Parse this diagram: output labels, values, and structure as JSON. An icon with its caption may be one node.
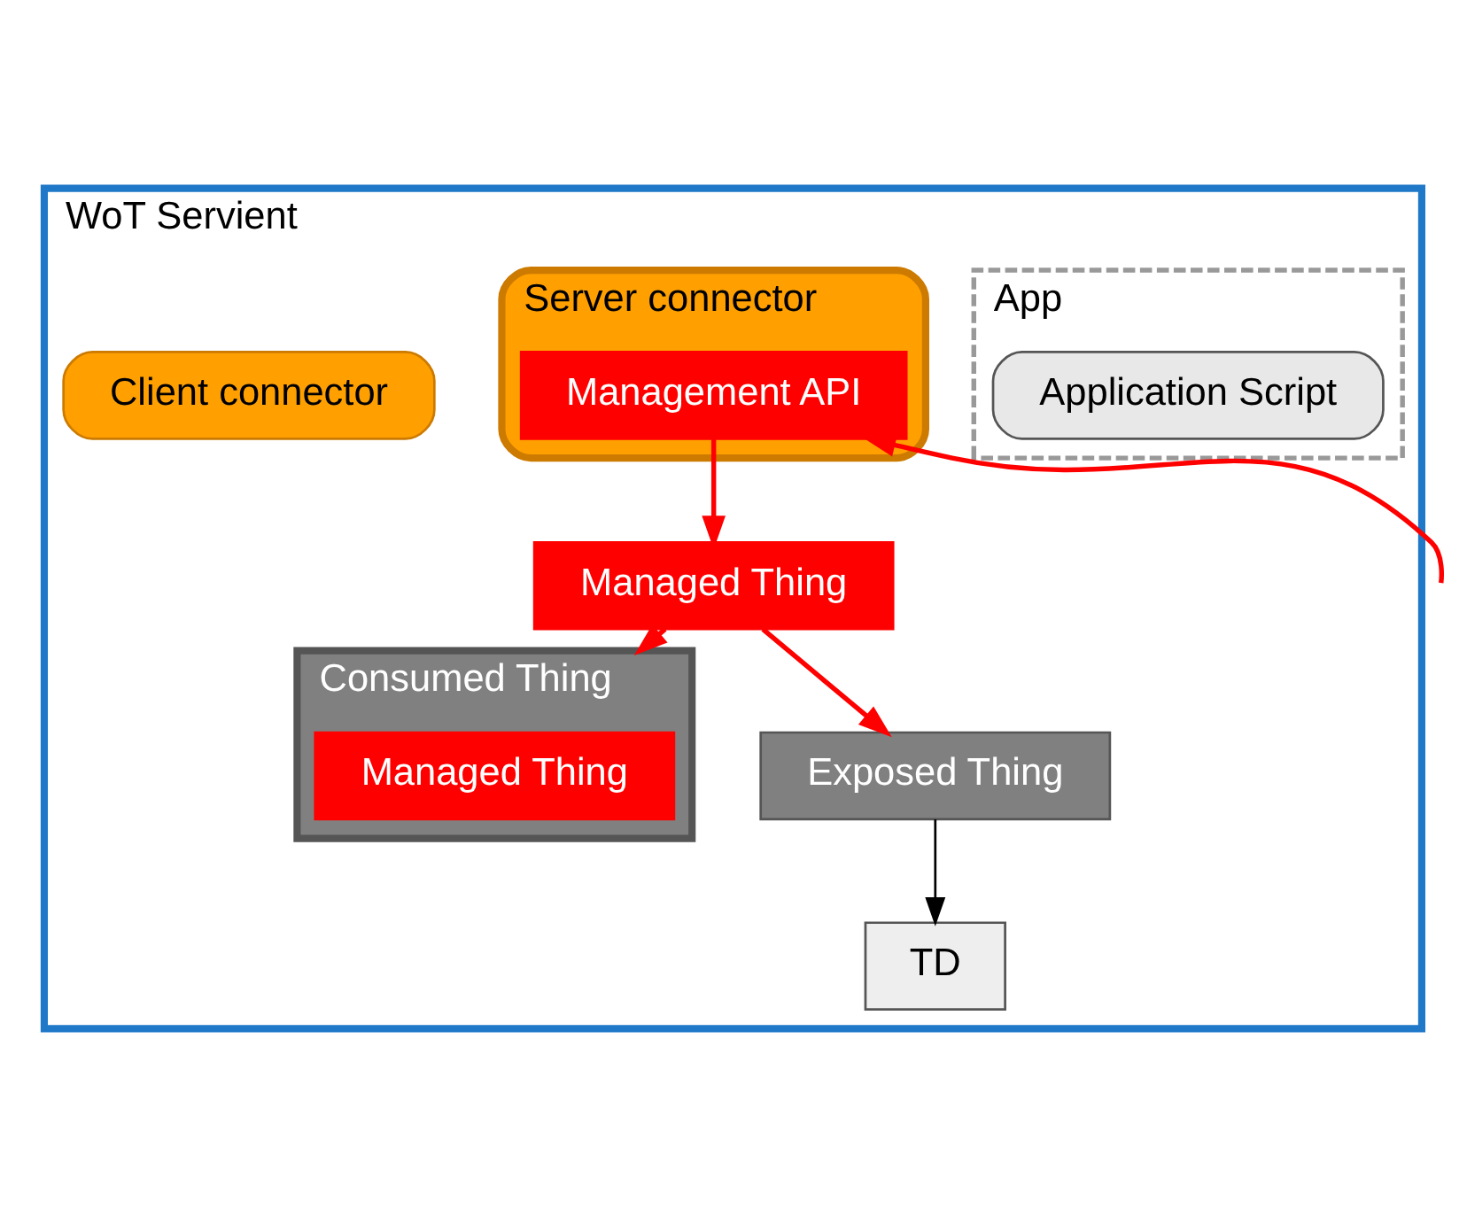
{
  "diagram": {
    "nodes": [
      {
        "text": [
          "WoT Servient"
        ]
      },
      {
        "text": [
          "App"
        ],
        "in": 0
      },
      {
        "text": [
          "Application Script"
        ],
        "in": 1
      },
      {
        "text": [
          "Consumed Thing"
        ],
        "in": 0
      },
      {
        "text": [
          "Managed Thing"
        ],
        "in": 3
      },
      {
        "text": [
          "Exposed Thing"
        ],
        "in": 0
      },
      {
        "text": [
          "TD"
        ],
        "in": 0
      },
      {
        "text": [
          "Managed Thing"
        ],
        "in": 0
      },
      {
        "text": [
          "Client connector"
        ],
        "in": 0
      },
      {
        "text": [
          "Server connector"
        ],
        "in": 0
      },
      {
        "text": [
          "Management API"
        ],
        "in": 9
      }
    ],
    "edges": [
      {
        "from": 5,
        "to": 6,
        "arrow": "to",
        "color": "#000000"
      },
      {
        "from": 7,
        "to": 3,
        "arrow": "to"
      },
      {
        "from": 7,
        "to": 5,
        "arrow": "to"
      },
      {
        "from": 10,
        "to": 7,
        "arrow": "to"
      },
      {
        "from": null,
        "to": 10,
        "arrow": "to"
      }
    ]
  }
}
